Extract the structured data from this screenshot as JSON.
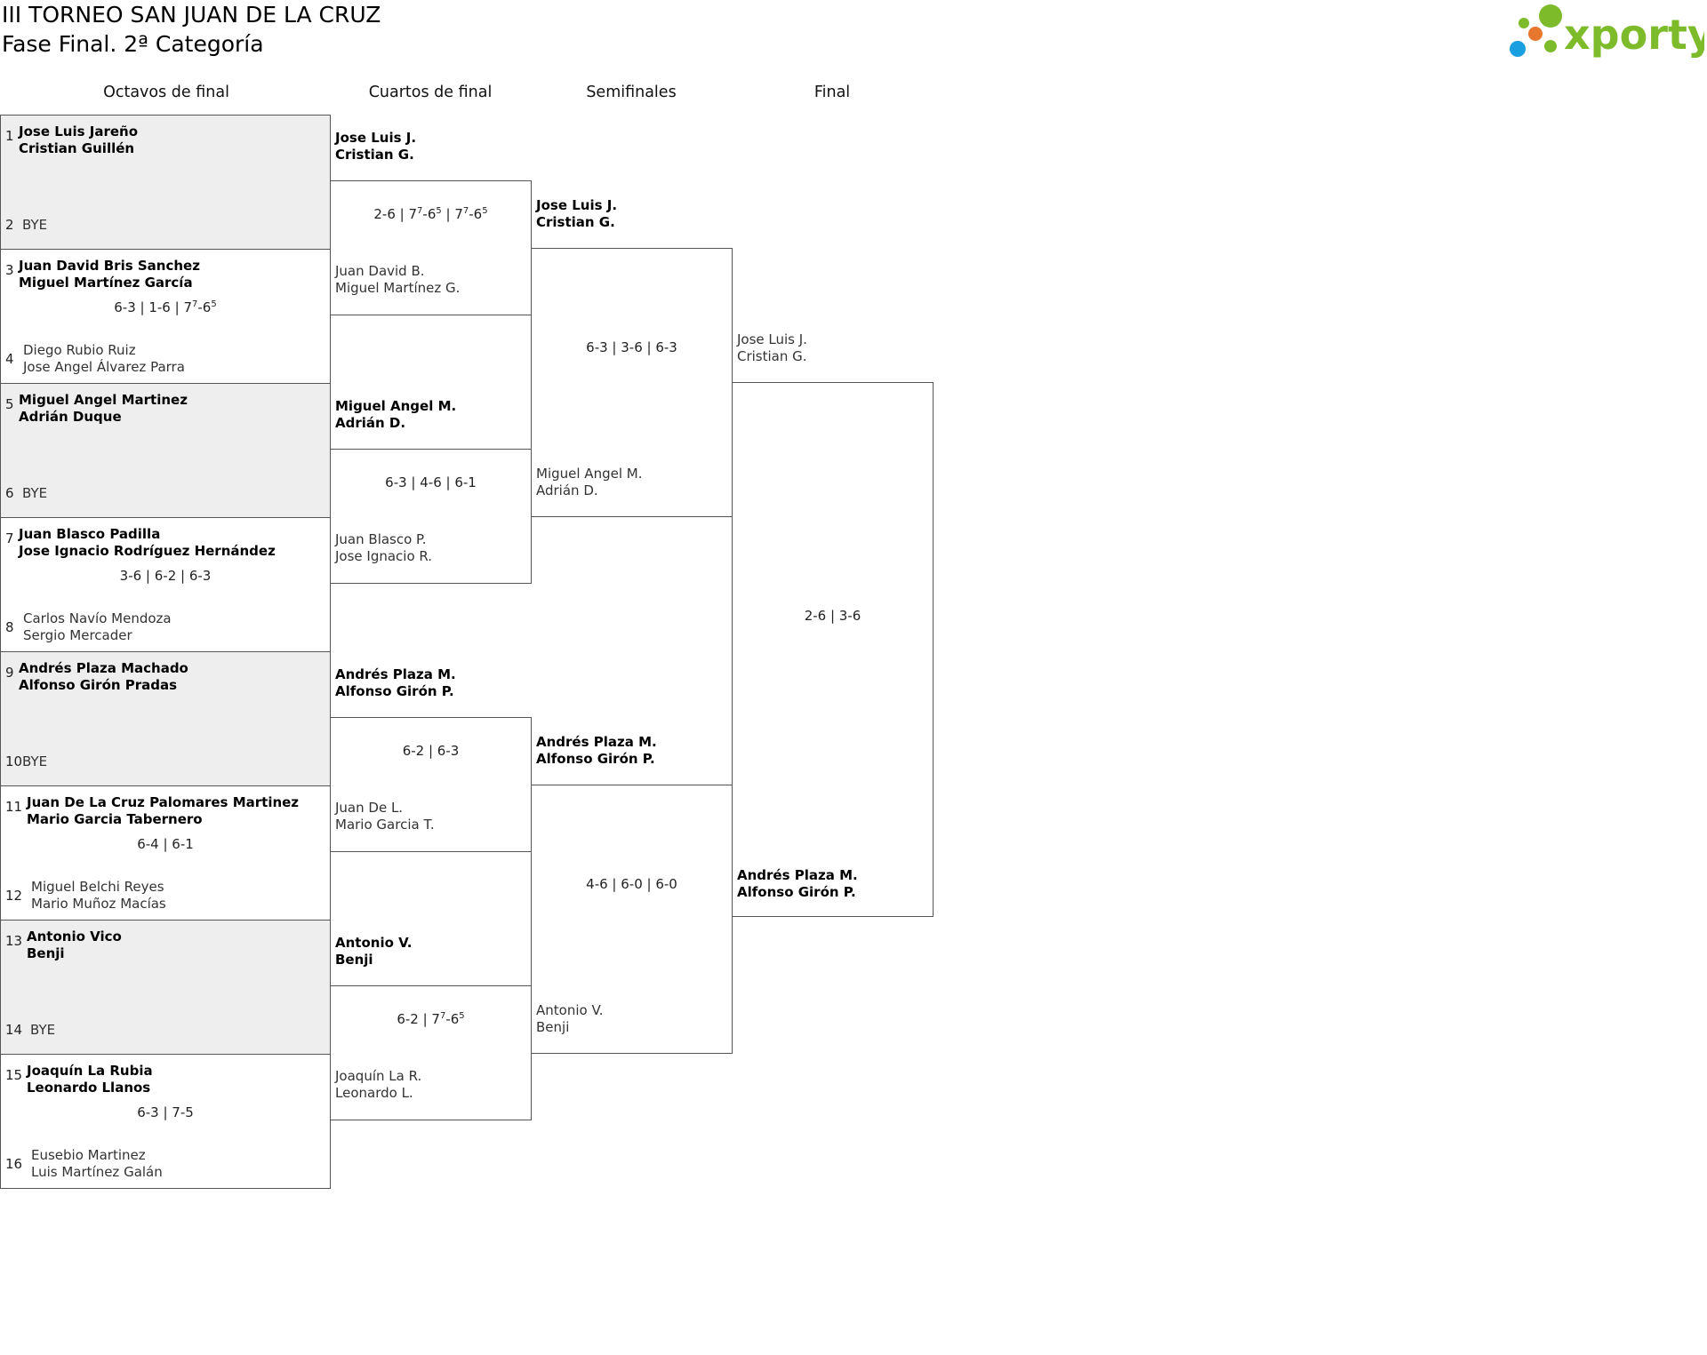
{
  "header": {
    "title": "III TORNEO SAN JUAN DE LA CRUZ",
    "subtitle": "Fase Final. 2ª Categoría",
    "logo_text": "xporty",
    "logo_colors": {
      "green": "#7dbb2b",
      "orange": "#e8772e",
      "blue": "#1a9fe0"
    }
  },
  "rounds": [
    "Octavos de final",
    "Cuartos de final",
    "Semifinales",
    "Final"
  ],
  "octavos": [
    {
      "top_seed": "1",
      "top": [
        "Jose Luis Jareño",
        "Cristian Guillén"
      ],
      "bottom_seed": "2",
      "bottom": [
        "BYE"
      ],
      "score": "",
      "bye": true
    },
    {
      "top_seed": "3",
      "top": [
        "Juan David Bris Sanchez",
        "Miguel Martínez García"
      ],
      "bottom_seed": "4",
      "bottom": [
        "Diego Rubio Ruiz",
        "Jose Angel Álvarez Parra"
      ],
      "score": "6-3 | 1-6 | 7⁷-6⁵",
      "bye": false
    },
    {
      "top_seed": "5",
      "top": [
        "Miguel Angel Martinez",
        "Adrián Duque"
      ],
      "bottom_seed": "6",
      "bottom": [
        "BYE"
      ],
      "score": "",
      "bye": true
    },
    {
      "top_seed": "7",
      "top": [
        "Juan Blasco Padilla",
        "Jose Ignacio Rodríguez Hernández"
      ],
      "bottom_seed": "8",
      "bottom": [
        "Carlos Navío Mendoza",
        "Sergio Mercader"
      ],
      "score": "3-6 | 6-2 | 6-3",
      "bye": false
    },
    {
      "top_seed": "9",
      "top": [
        "Andrés Plaza Machado",
        "Alfonso Girón Pradas"
      ],
      "bottom_seed": "10",
      "bottom": [
        "BYE"
      ],
      "score": "",
      "bye": true
    },
    {
      "top_seed": "11",
      "top": [
        "Juan De La Cruz Palomares Martinez",
        "Mario Garcia Tabernero"
      ],
      "bottom_seed": "12",
      "bottom": [
        "Miguel Belchi Reyes",
        "Mario Muñoz Macías"
      ],
      "score": "6-4 | 6-1",
      "bye": false
    },
    {
      "top_seed": "13",
      "top": [
        "Antonio Vico",
        "Benji"
      ],
      "bottom_seed": "14",
      "bottom": [
        "BYE"
      ],
      "score": "",
      "bye": true
    },
    {
      "top_seed": "15",
      "top": [
        "Joaquín La Rubia",
        "Leonardo Llanos"
      ],
      "bottom_seed": "16",
      "bottom": [
        "Eusebio Martinez",
        "Luis Martínez Galán"
      ],
      "score": "6-3 | 7-5",
      "bye": false
    }
  ],
  "cuartos": [
    {
      "top": [
        "Jose Luis J.",
        "Cristian G."
      ],
      "bottom": [
        "Juan David B.",
        "Miguel Martínez G."
      ],
      "score": "2-6 | 7⁷-6⁵ | 7⁷-6⁵",
      "winner": "top"
    },
    {
      "top": [
        "Miguel Angel M.",
        "Adrián D."
      ],
      "bottom": [
        "Juan Blasco P.",
        "Jose Ignacio R."
      ],
      "score": "6-3 | 4-6 | 6-1",
      "winner": "top"
    },
    {
      "top": [
        "Andrés Plaza M.",
        "Alfonso Girón P."
      ],
      "bottom": [
        "Juan De L.",
        "Mario Garcia T."
      ],
      "score": "6-2 | 6-3",
      "winner": "top"
    },
    {
      "top": [
        "Antonio V.",
        "Benji"
      ],
      "bottom": [
        "Joaquín La R.",
        "Leonardo L."
      ],
      "score": "6-2 | 7⁷-6⁵",
      "winner": "top"
    }
  ],
  "semis": [
    {
      "top": [
        "Jose Luis J.",
        "Cristian G."
      ],
      "bottom": [
        "Miguel Angel M.",
        "Adrián D."
      ],
      "score": "6-3 | 3-6 | 6-3",
      "winner": "top"
    },
    {
      "top": [
        "Andrés Plaza M.",
        "Alfonso Girón P."
      ],
      "bottom": [
        "Antonio V.",
        "Benji"
      ],
      "score": "4-6 | 6-0 | 6-0",
      "winner": "top"
    }
  ],
  "final": {
    "top": [
      "Jose Luis J.",
      "Cristian G."
    ],
    "bottom": [
      "Andrés Plaza M.",
      "Alfonso Girón P."
    ],
    "score": "2-6 | 3-6",
    "winner": "bottom"
  }
}
